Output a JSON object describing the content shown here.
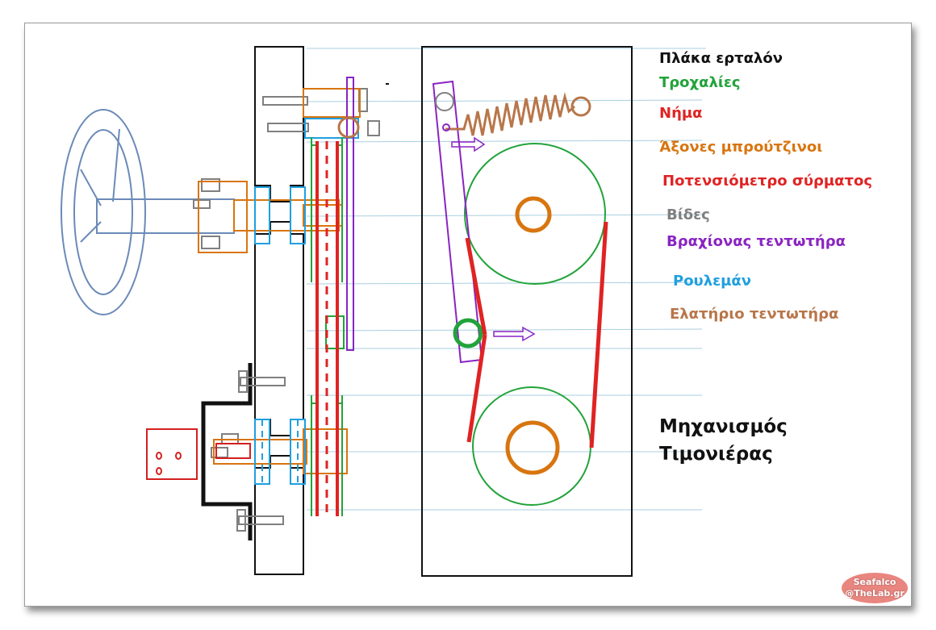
{
  "legend": {
    "items": [
      {
        "label": "Πλάκα ερταλόν",
        "color": "#111111"
      },
      {
        "label": "Τροχαλίες",
        "color": "#22a33a"
      },
      {
        "label": "Νήμα",
        "color": "#e02323"
      },
      {
        "label": "Άξονες μπρούτζινοι",
        "color": "#d8750f"
      },
      {
        "label": "Ποτενσιόμετρο σύρματος",
        "color": "#e02323"
      },
      {
        "label": "Βίδες",
        "color": "#7f7f7f"
      },
      {
        "label": "Βραχίονας τεντωτήρα",
        "color": "#8a24c2"
      },
      {
        "label": "Ρουλεμάν",
        "color": "#1f9fe0"
      },
      {
        "label": "Ελατήριο τεντωτήρα",
        "color": "#b8764a"
      }
    ]
  },
  "title": {
    "line1": "Μηχανισμός",
    "line2": "Τιμονιέρας"
  },
  "watermark": {
    "line1": "Seafalco",
    "line2": "@TheLab.gr"
  },
  "colors": {
    "plate": "#111111",
    "pulley": "#22a33a",
    "thread": "#e02323",
    "shaft": "#d8750f",
    "screw": "#7f7f7f",
    "arm": "#8a24c2",
    "bearing": "#1f9fe0",
    "spring": "#b8764a",
    "wheel": "#6b8ab8",
    "guide": "#a9cfe0"
  }
}
